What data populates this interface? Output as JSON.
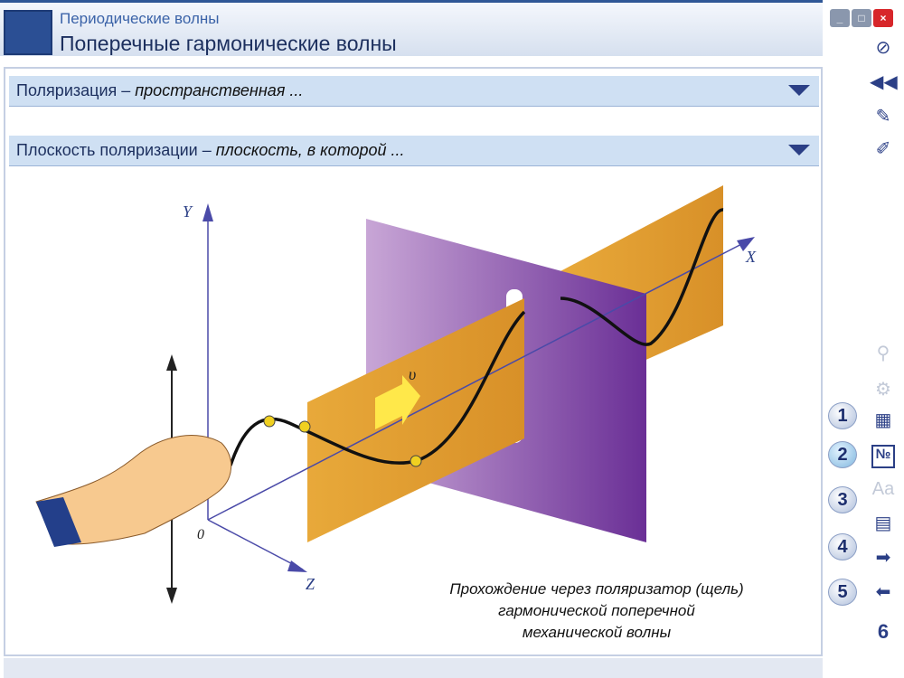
{
  "window": {
    "subtitle": "Периодические волны",
    "title": "Поперечные гармонические волны",
    "buttons": [
      "minimize",
      "maximize",
      "close"
    ]
  },
  "accordion": [
    {
      "term": "Поляризация",
      "sep": " – ",
      "definition": "пространственная ..."
    },
    {
      "term": "Плоскость поляризации",
      "sep": " – ",
      "definition": "плоскость, в которой ..."
    }
  ],
  "illustration": {
    "axis_y": "Y",
    "axis_x": "X",
    "axis_z": "Z",
    "origin": "0",
    "velocity": "υ"
  },
  "caption": [
    "Прохождение через поляризатор (щель)",
    "гармонической поперечной",
    "механической волны"
  ],
  "toolbar": {
    "top_icons": [
      "sound-off-icon",
      "rewind-icon",
      "tools-icon",
      "eraser-icon"
    ],
    "tool_icons": [
      "zoom-icon",
      "gears-icon",
      "frame-icon",
      "number-icon",
      "font-icon",
      "table-icon",
      "arrow-right-icon",
      "arrow-left-icon"
    ],
    "font_label": "Aa",
    "no_label": "№",
    "pages": [
      "1",
      "2",
      "3",
      "4",
      "5",
      "6"
    ],
    "active_page": "2"
  },
  "colors": {
    "accent": "#2b3f86",
    "bar": "#cfe0f3",
    "slit_plate": "#7a3ea0",
    "wave_plane": "#e0a030"
  }
}
